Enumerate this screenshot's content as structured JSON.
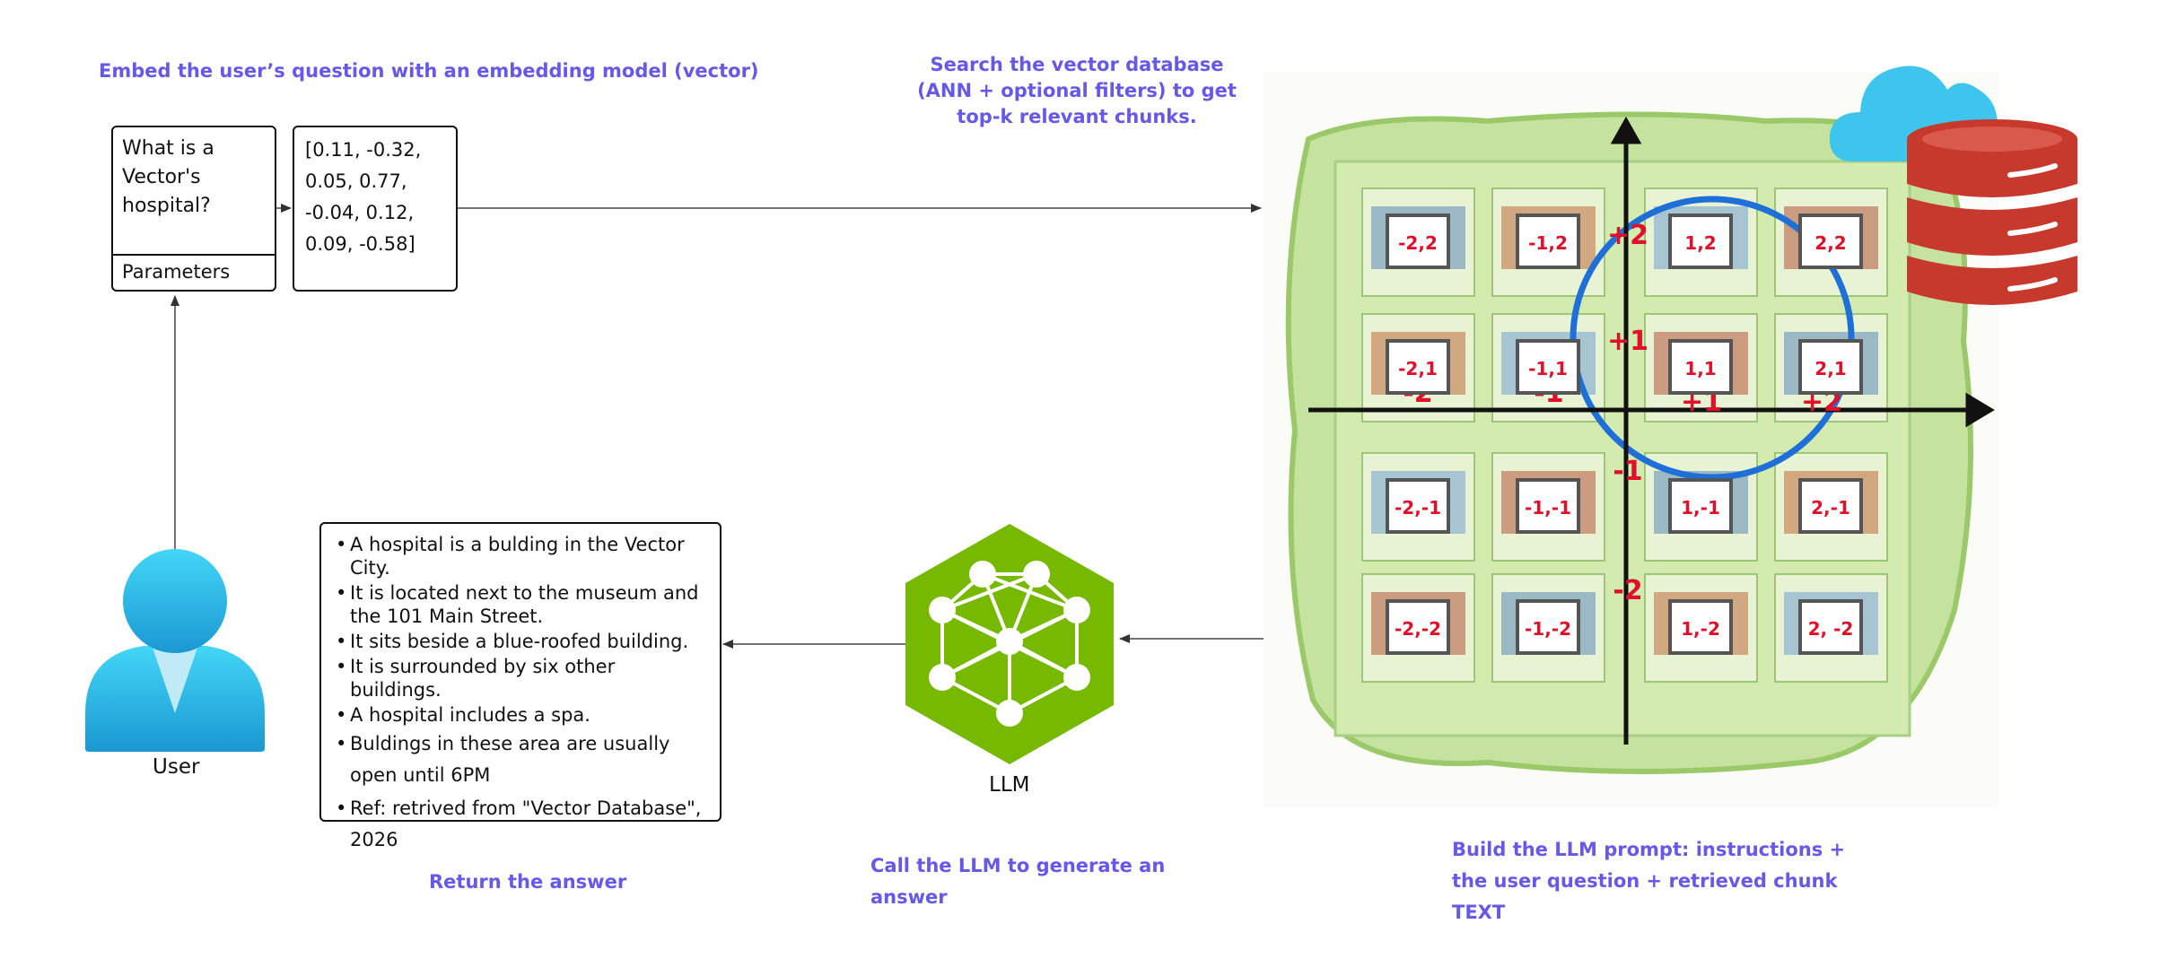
{
  "steps": {
    "embed": "Embed the user’s question with an embedding model (vector)",
    "search": [
      "Search the vector database",
      "(ANN + optional filters) to get",
      "top-k relevant chunks."
    ],
    "return": "Return the answer",
    "call_llm": [
      "Call the LLM to generate an",
      "answer"
    ],
    "build_prompt": [
      "Build the LLM prompt: instructions +",
      "the user question + retrieved chunk",
      "TEXT"
    ]
  },
  "question": {
    "text": [
      "What is a",
      "Vector's",
      "hospital?"
    ],
    "parameters": "Parameters"
  },
  "vector": [
    "[0.11, -0.32,",
    "0.05, 0.77,",
    "-0.04, 0.12,",
    "0.09, -0.58]"
  ],
  "answer": [
    "A hospital is a bulding in the Vector City.",
    "It is located next to the museum and the 101 Main Street.",
    "It sits beside a blue-roofed building.",
    "It is surrounded by six other buildings.",
    "A hospital includes a spa.",
    "Buldings in these area are usually open until 6PM",
    "Ref: retrived from \"Vector Database\", 2026"
  ],
  "user_label": "User",
  "llm_label": "LLM",
  "map": {
    "cells": [
      "-2,2",
      "-1,2",
      "1,2",
      "2,2",
      "-2,1",
      "-1,1",
      "1,1",
      "2,1",
      "-2,-1",
      "-1,-1",
      "1,-1",
      "2,-1",
      "-2,-2",
      "-1,-2",
      "1,-2",
      "2, -2"
    ],
    "x_ticks": [
      "-2",
      "-1",
      "+1",
      "+2"
    ],
    "y_ticks": [
      "+2",
      "+1",
      "-1",
      "-2"
    ]
  },
  "colors": {
    "step_text": "#6658e8",
    "axis_labels": "#e0102a",
    "circle": "#1f6fd8",
    "llm": "#76b900",
    "user": "#2ec4ec",
    "database": "#c8392d",
    "cloud": "#3ec5ee",
    "map_green": "#b9dc8c"
  },
  "icons": {
    "user": "person-icon",
    "llm": "neural-network-icon",
    "database": "database-icon",
    "cloud": "cloud-icon"
  }
}
